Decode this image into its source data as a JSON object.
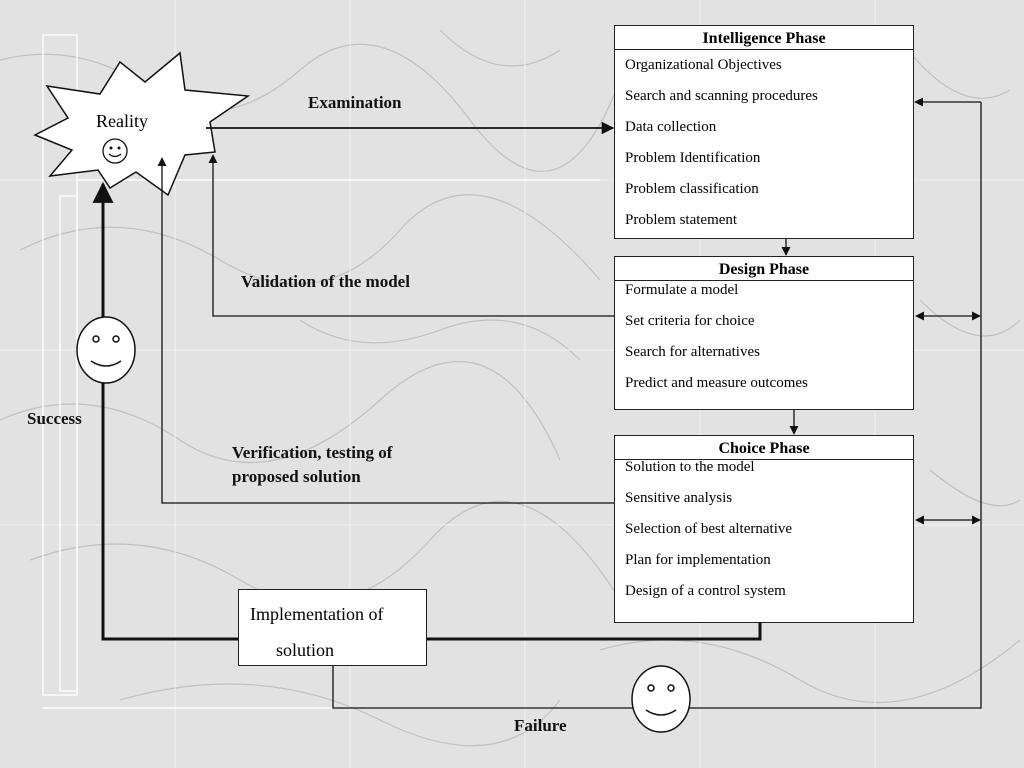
{
  "reality": {
    "label": "Reality"
  },
  "intelligence": {
    "title": "Intelligence Phase",
    "items": [
      "Organizational Objectives",
      "Search and scanning procedures",
      "Data collection",
      "Problem Identification",
      "Problem classification",
      "Problem statement"
    ]
  },
  "design": {
    "title": "Design Phase",
    "items": [
      "Formulate a model",
      "Set criteria for choice",
      "Search for alternatives",
      "Predict and measure outcomes"
    ]
  },
  "choice": {
    "title": "Choice Phase",
    "items": [
      "Solution to the model",
      "Sensitive analysis",
      "Selection of best alternative",
      "Plan for implementation",
      "Design of a control system"
    ]
  },
  "implementation": {
    "line1": "Implementation of",
    "line2": "solution"
  },
  "labels": {
    "examination": "Examination",
    "validation": "Validation of the model",
    "verification_1": "Verification, testing of",
    "verification_2": "proposed solution",
    "success": "Success",
    "failure": "Failure"
  },
  "colors": {
    "line": "#111111",
    "box_fill": "#ffffff",
    "background": "#e2e2e2"
  }
}
